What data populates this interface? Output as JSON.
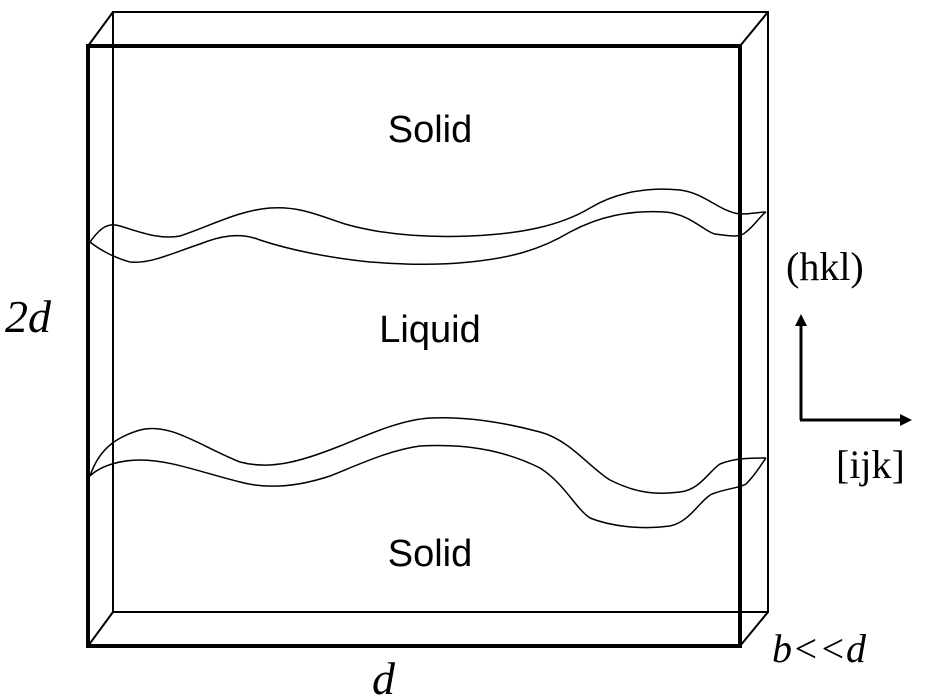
{
  "diagram": {
    "regions": {
      "top": "Solid",
      "middle": "Liquid",
      "bottom": "Solid"
    },
    "dimensions": {
      "height": "2d",
      "width": "d",
      "thickness": "b<<d"
    },
    "axes": {
      "vertical": "(hkl)",
      "horizontal": "[ijk]"
    },
    "colors": {
      "stroke": "#000000",
      "background": "#ffffff"
    }
  }
}
